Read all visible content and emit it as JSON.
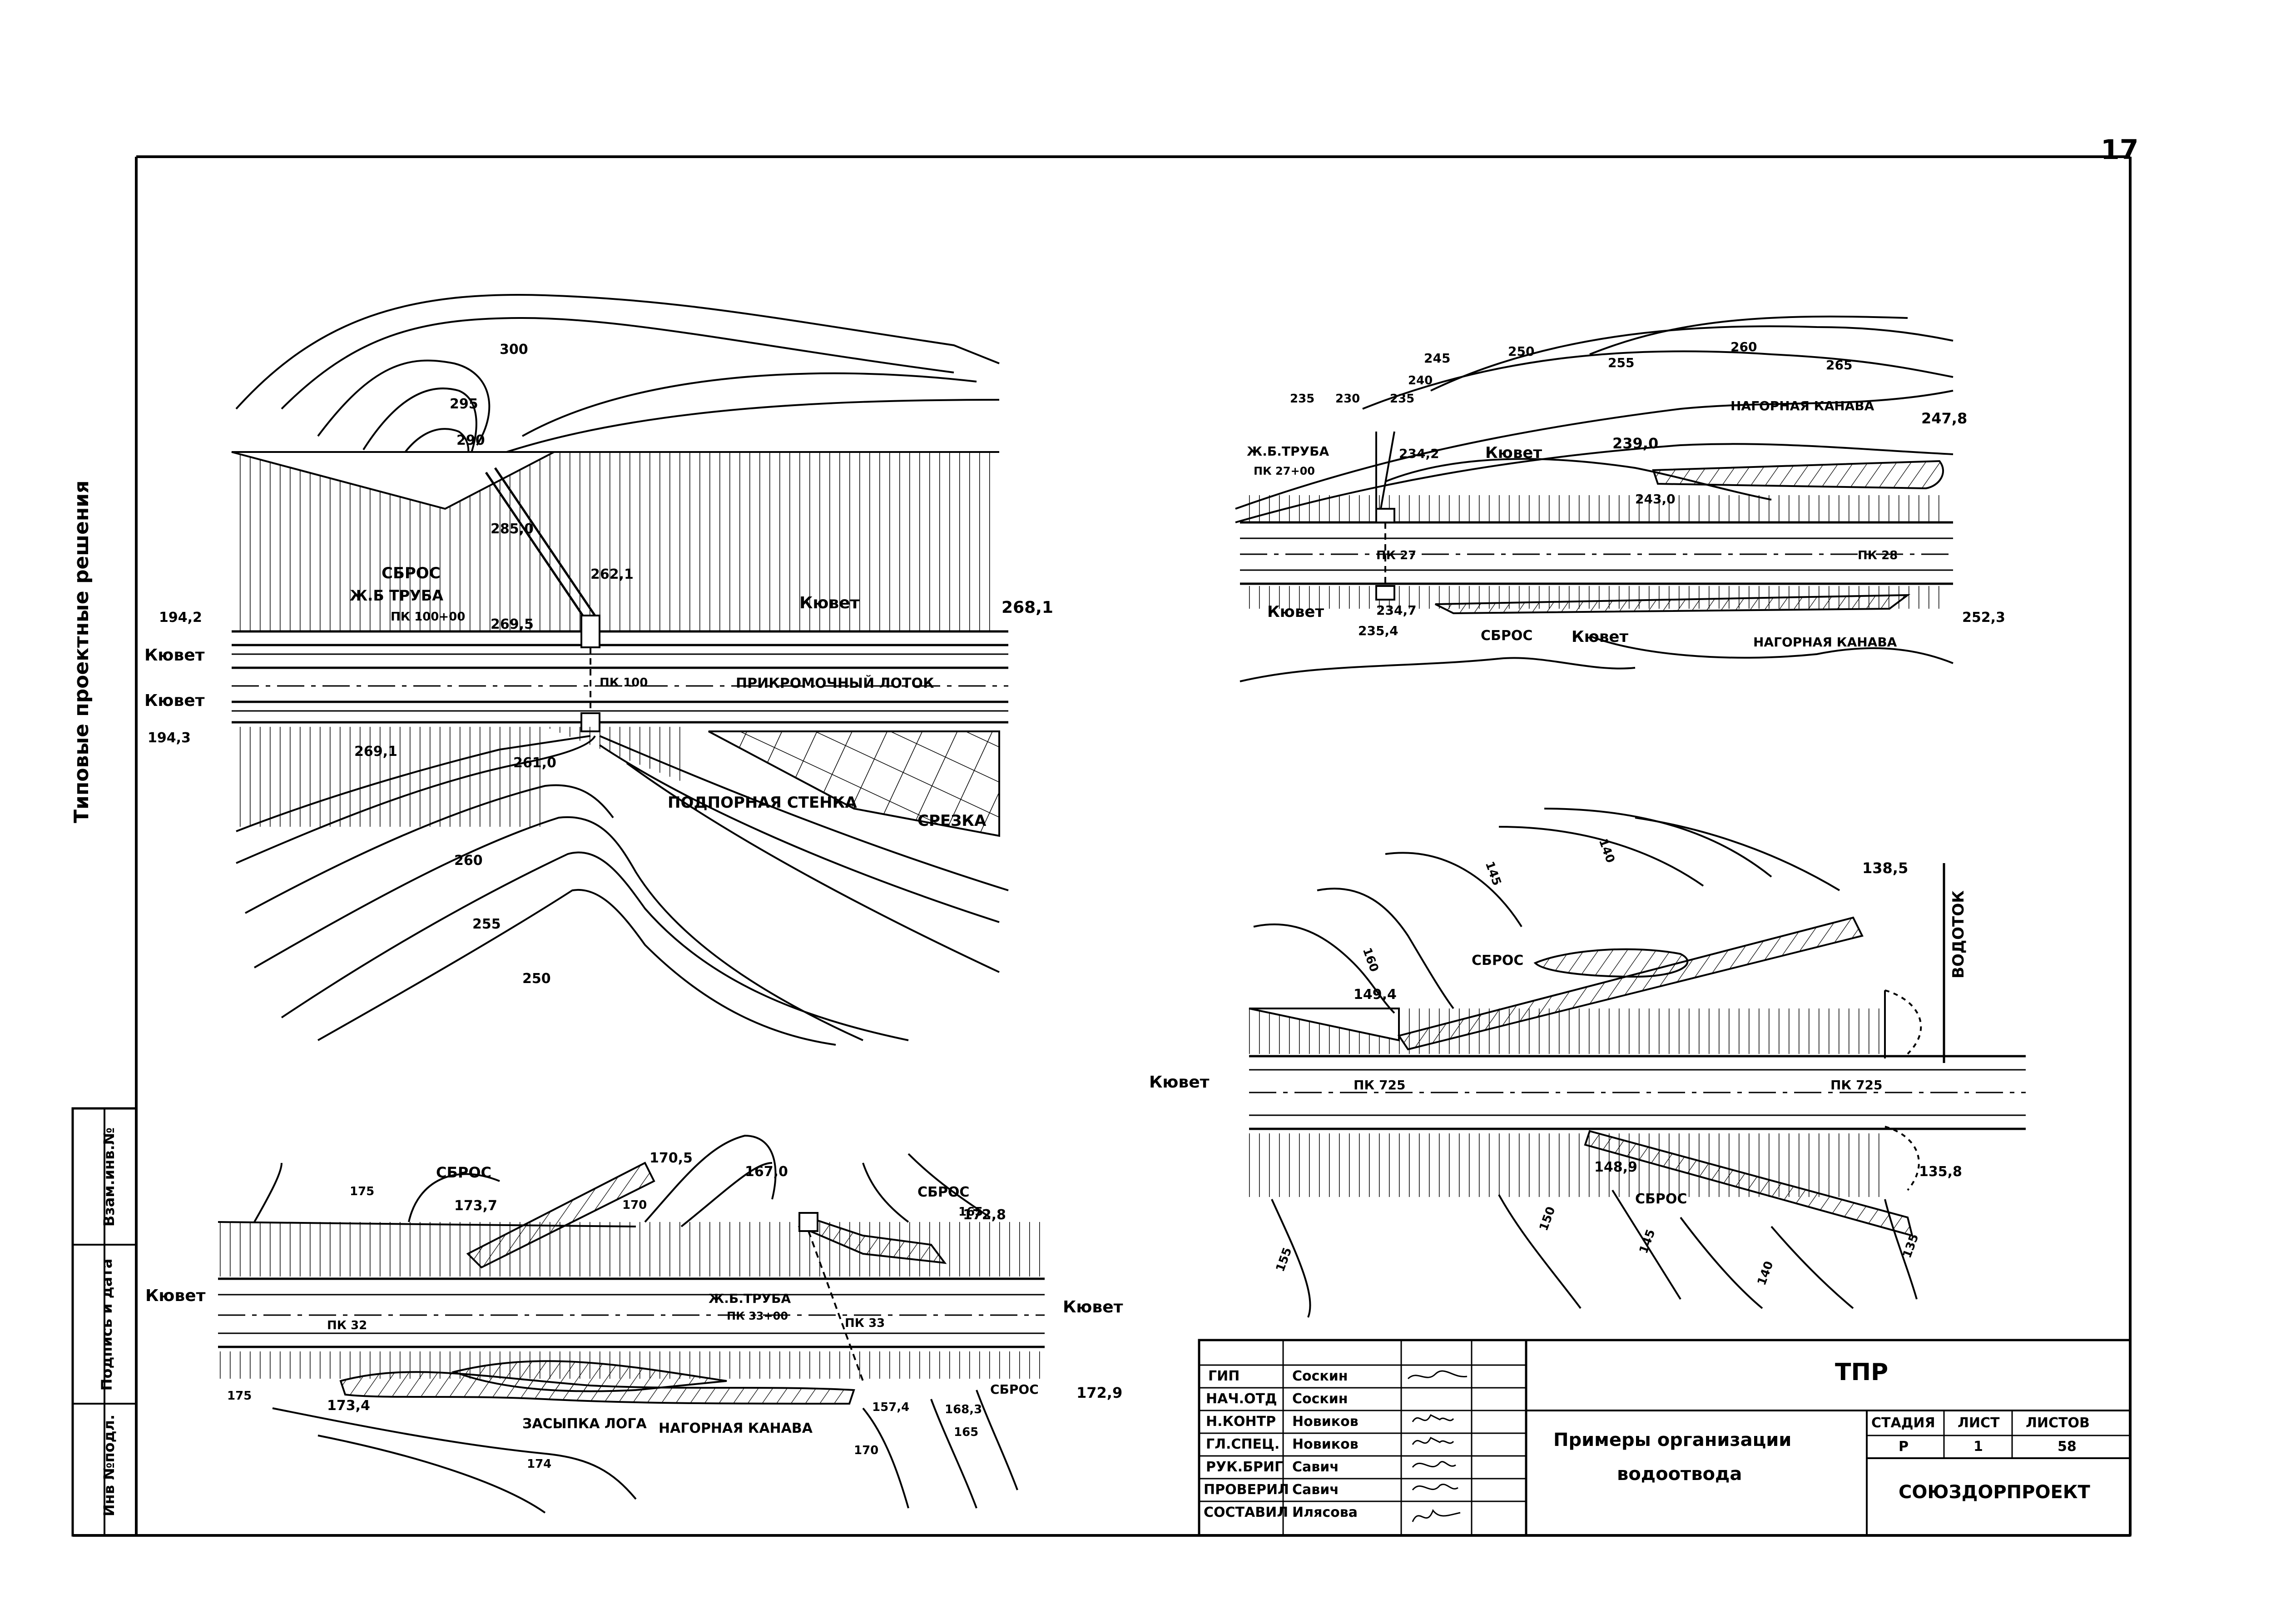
{
  "page_number": "17",
  "side_title": "Типовые проектные решения",
  "side_stamp": {
    "inv_podl": "Инв №подл.",
    "podpis_data": "Подпись и дата",
    "vzam_inv": "Взам.инв.№"
  },
  "plan_top_left": {
    "contours": [
      "300",
      "295",
      "290",
      "260",
      "255",
      "250"
    ],
    "labels": {
      "sbros": "СБРОС",
      "truba": "Ж.Б ТРУБА",
      "truba_pk": "ПК 100+00",
      "kyuvet_upper": "Кювет",
      "kyuvet_left_top": "Кювет",
      "kyuvet_left_bottom": "Кювет",
      "pk": "ПК 100",
      "pridorozhny_lotok": "ПРИКРОМОЧНЫЙ ЛОТОК",
      "podpornaya_stenka": "ПОДПОРНАЯ СТЕНКА",
      "srezka": "СРЕЗКА"
    },
    "elevations": [
      "194,2",
      "194,3",
      "268,1",
      "285,0",
      "262,1",
      "269,5",
      "269,1",
      "261,0"
    ]
  },
  "plan_top_right": {
    "contours": [
      "245",
      "250",
      "255",
      "260",
      "265",
      "240",
      "235",
      "230",
      "235"
    ],
    "labels": {
      "truba": "Ж.Б.ТРУБА",
      "truba_pk": "ПК 27+00",
      "kyuvet_top": "Кювет",
      "nagornaya_top": "НАГОРНАЯ КАНАВА",
      "pk27": "ПК 27",
      "pk28": "ПК 28",
      "kyuvet_bottom": "Кювет",
      "sbros": "СБРОС",
      "kyuvet_bottom2": "Кювет",
      "nagornaya_bottom": "НАГОРНАЯ КАНАВА"
    },
    "elevations": [
      "234,2",
      "239,0",
      "247,8",
      "243,0",
      "234,7",
      "235,4",
      "252,3"
    ]
  },
  "plan_bottom_left": {
    "contours": [
      "175",
      "170",
      "165",
      "175",
      "174",
      "170",
      "165"
    ],
    "labels": {
      "sbros_left": "СБРОС",
      "sbros_right": "СБРОС",
      "sbros_bottom": "СБРОС",
      "kyuvet_left": "Кювет",
      "kyuvet_right": "Кювет",
      "pk32": "ПК 32",
      "truba": "Ж.Б.ТРУБА",
      "truba_pk": "ПК 33+00",
      "pk33": "ПК 33",
      "zasypka": "ЗАСЫПКА ЛОГА",
      "nagornaya": "НАГОРНАЯ КАНАВА"
    },
    "elevations": [
      "173,7",
      "170,5",
      "167,0",
      "172,8",
      "173,4",
      "157,4",
      "168,3",
      "172,9"
    ]
  },
  "plan_bottom_right": {
    "contours": [
      "160",
      "145",
      "140",
      "155",
      "150",
      "145",
      "140",
      "135"
    ],
    "labels": {
      "sbros_top": "СБРОС",
      "vodotok": "ВОДОТОК",
      "kyuvet": "Кювет",
      "pk725_left": "ПК 725",
      "pk725_right": "ПК 725",
      "sbros_bottom": "СБРОС"
    },
    "elevations": [
      "138,5",
      "149,4",
      "148,9",
      "135,8"
    ]
  },
  "title_block": {
    "rows": [
      {
        "role": "ГИП",
        "name": "Соскин"
      },
      {
        "role": "НАЧ.ОТД",
        "name": "Соскин"
      },
      {
        "role": "Н.КОНТР",
        "name": "Новиков"
      },
      {
        "role": "ГЛ.СПЕЦ.",
        "name": "Новиков"
      },
      {
        "role": "РУК.БРИГ",
        "name": "Савич"
      },
      {
        "role": "ПРОВЕРИЛ",
        "name": "Савич"
      },
      {
        "role": "СОСТАВИЛ",
        "name": "Илясова"
      }
    ],
    "code": "ТПР",
    "title_line1": "Примеры организации",
    "title_line2": "водоотвода",
    "stage_header": "СТАДИЯ",
    "sheet_header": "ЛИСТ",
    "sheets_header": "ЛИСТОВ",
    "stage": "Р",
    "sheet": "1",
    "sheets": "58",
    "organization": "СОЮЗДОРПРОЕКТ"
  }
}
